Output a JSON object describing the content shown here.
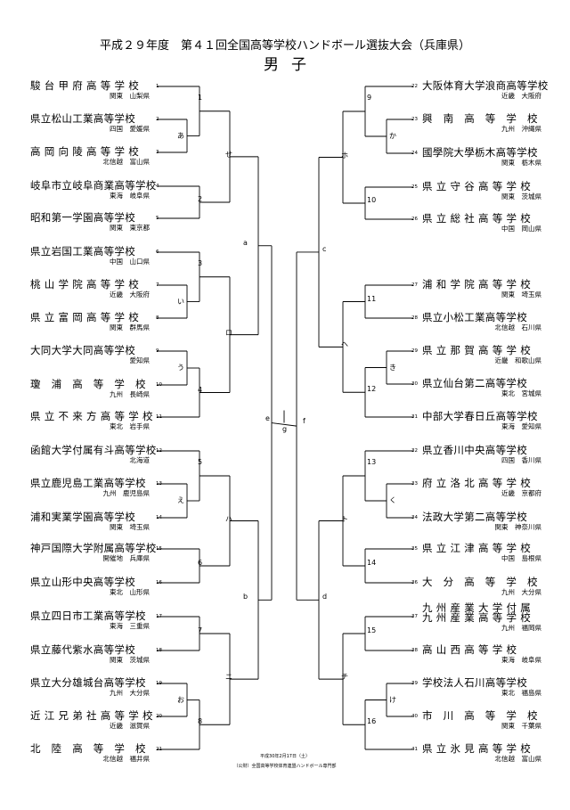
{
  "header": {
    "title": "平成２９年度　第４１回全国高等学校ハンドボール選抜大会（兵庫県）",
    "subtitle": "男子"
  },
  "left_teams": [
    {
      "num": "1",
      "name": "駿 台 甲 府 高 等 学 校",
      "region": "関東　山梨県"
    },
    {
      "num": "2",
      "name": "県立松山工業高等学校",
      "region": "四国　愛媛県"
    },
    {
      "num": "3",
      "name": "高 岡 向 陵 高 等 学 校",
      "region": "北信越　富山県"
    },
    {
      "num": "4",
      "name": "岐阜市立岐阜商業高等学校",
      "region": "東海　岐阜県"
    },
    {
      "num": "5",
      "name": "昭和第一学園高等学校",
      "region": "関東　東京都"
    },
    {
      "num": "6",
      "name": "県立岩国工業高等学校",
      "region": "中国　山口県"
    },
    {
      "num": "7",
      "name": "桃 山 学 院 高 等 学 校",
      "region": "近畿　大阪府"
    },
    {
      "num": "8",
      "name": "県 立 富 岡 高 等 学 校",
      "region": "関東　群馬県"
    },
    {
      "num": "9",
      "name": "大同大学大同高等学校",
      "region": "愛知県"
    },
    {
      "num": "10",
      "name": "瓊　浦　高　等　学　校",
      "region": "九州　長崎県"
    },
    {
      "num": "11",
      "name": "県 立 不 来 方 高 等 学 校",
      "region": "東北　岩手県"
    },
    {
      "num": "12",
      "name": "函館大学付属有斗高等学校",
      "region": "北海道"
    },
    {
      "num": "13",
      "name": "県立鹿児島工業高等学校",
      "region": "九州　鹿児島県"
    },
    {
      "num": "14",
      "name": "浦和実業学園高等学校",
      "region": "関東　埼玉県"
    },
    {
      "num": "15",
      "name": "神戸国際大学附属高等学校",
      "region": "開催地　兵庫県"
    },
    {
      "num": "16",
      "name": "県立山形中央高等学校",
      "region": "東北　山形県"
    },
    {
      "num": "17",
      "name": "県立四日市工業高等学校",
      "region": "東海　三重県"
    },
    {
      "num": "18",
      "name": "県立藤代紫水高等学校",
      "region": "関東　茨城県"
    },
    {
      "num": "19",
      "name": "県立大分雄城台高等学校",
      "region": "九州　大分県"
    },
    {
      "num": "20",
      "name": "近 江 兄 弟 社 高 等 学 校",
      "region": "近畿　滋賀県"
    },
    {
      "num": "21",
      "name": "北　陸　高　等　学　校",
      "region": "北信越　福井県"
    }
  ],
  "right_teams": [
    {
      "num": "22",
      "name": "大阪体育大学浪商高等学校",
      "region": "近畿　大阪府"
    },
    {
      "num": "23",
      "name": "興　南　高　等　学　校",
      "region": "九州　沖縄県"
    },
    {
      "num": "24",
      "name": "國學院大學栃木高等学校",
      "region": "関東　栃木県"
    },
    {
      "num": "25",
      "name": "県 立 守 谷 高 等 学 校",
      "region": "関東　茨城県"
    },
    {
      "num": "26",
      "name": "県 立 総 社 高 等 学 校",
      "region": "中国　岡山県"
    },
    {
      "num": "27",
      "name": "浦 和 学 院 高 等 学 校",
      "region": "関東　埼玉県"
    },
    {
      "num": "28",
      "name": "県立小松工業高等学校",
      "region": "北信越　石川県"
    },
    {
      "num": "29",
      "name": "県 立 那 賀 高 等 学 校",
      "region": "近畿　和歌山県"
    },
    {
      "num": "30",
      "name": "県立仙台第二高等学校",
      "region": "東北　宮城県"
    },
    {
      "num": "31",
      "name": "中部大学春日丘高等学校",
      "region": "東海　愛知県"
    },
    {
      "num": "32",
      "name": "県立香川中央高等学校",
      "region": "四国　香川県"
    },
    {
      "num": "33",
      "name": "府 立 洛 北 高 等 学 校",
      "region": "近畿　京都府"
    },
    {
      "num": "34",
      "name": "法政大学第二高等学校",
      "region": "関東　神奈川県"
    },
    {
      "num": "35",
      "name": "県 立 江 津 高 等 学 校",
      "region": "中国　島根県"
    },
    {
      "num": "36",
      "name": "大　分　高　等　学　校",
      "region": "九州　大分県"
    },
    {
      "num": "37",
      "name": "九 州 産 業 大 学 付 属\n九 州 産 業 高 等 学 校",
      "region": "九州　福岡県"
    },
    {
      "num": "38",
      "name": "高 山 西 高 等 学 校",
      "region": "東海　岐阜県"
    },
    {
      "num": "39",
      "name": "学校法人石川高等学校",
      "region": "東北　福島県"
    },
    {
      "num": "40",
      "name": "市　川　高　等　学　校",
      "region": "関東　千葉県"
    },
    {
      "num": "41",
      "name": "県 立 氷 見 高 等 学 校",
      "region": "北信越　富山県"
    }
  ],
  "match_labels": {
    "first_round": [
      "あ",
      "い",
      "う",
      "え",
      "お",
      "か",
      "き",
      "く",
      "け"
    ],
    "second_round": [
      "1",
      "2",
      "3",
      "4",
      "5",
      "6",
      "7",
      "8",
      "9",
      "10",
      "11",
      "12",
      "13",
      "14",
      "15",
      "16"
    ],
    "third_round": [
      "せ",
      "ロ",
      "ハ",
      "ニ",
      "ホ",
      "ヘ",
      "ト",
      "チ"
    ],
    "quarter": [
      "a",
      "b",
      "c",
      "d"
    ],
    "semi": [
      "e",
      "f"
    ],
    "final": "g"
  },
  "footer": {
    "date": "平成30年2月17日（土）",
    "org": "（公財）全国高等学校体育連盟ハンドボール専門部"
  }
}
